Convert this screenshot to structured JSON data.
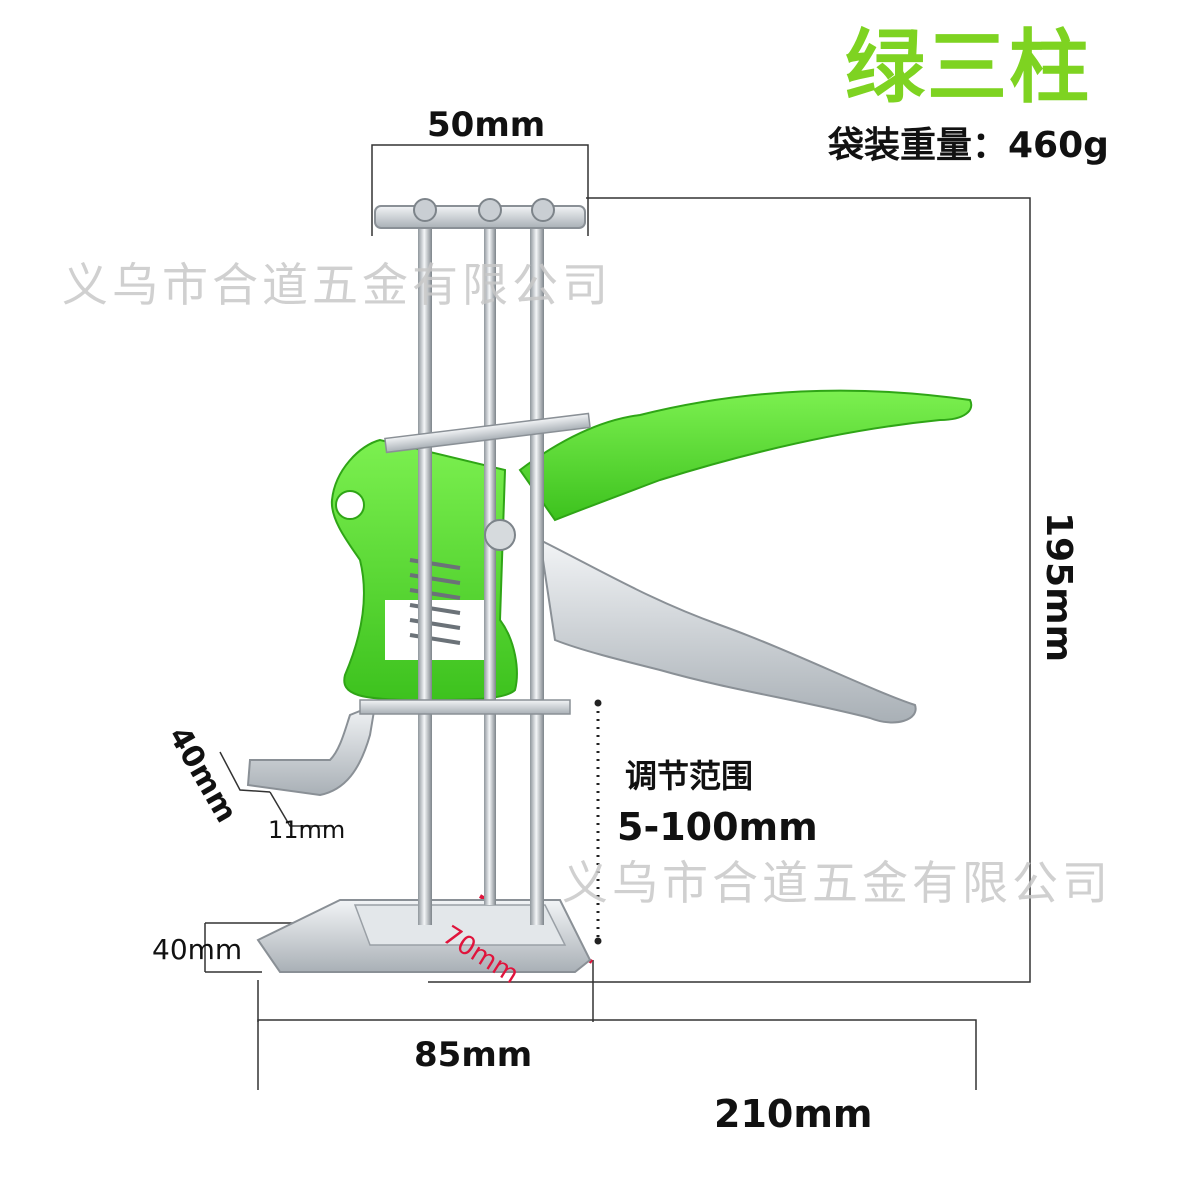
{
  "product": {
    "title": "绿三柱",
    "bagged_weight": "袋装重量：460g"
  },
  "watermarks": [
    "义乌市合道五金有限公司",
    "义乌市合道五金有限公司"
  ],
  "dimensions": {
    "top_width": "50mm",
    "height": "195mm",
    "foot_width": "40mm",
    "foot_depth": "11mm",
    "base_height": "40mm",
    "base_diagonal": "70mm",
    "base_width": "85mm",
    "total_width": "210mm"
  },
  "adjust": {
    "label": "调节范围",
    "range": "5-100mm"
  },
  "colors": {
    "accent_green": "#7ed321",
    "tool_green": "#5be03a",
    "steel": "#c9ced3",
    "red_dimension": "#e0143c"
  }
}
